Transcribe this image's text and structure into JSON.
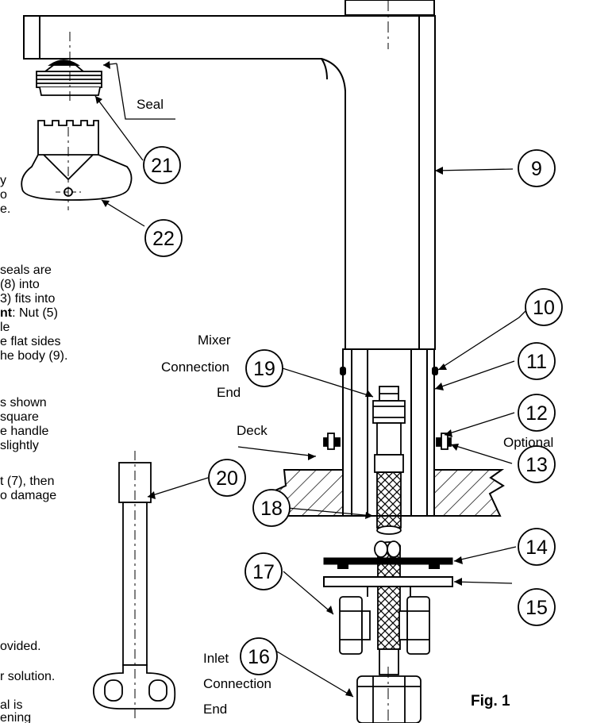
{
  "callouts": [
    "9",
    "10",
    "11",
    "12",
    "13",
    "14",
    "15",
    "16",
    "17",
    "18",
    "19",
    "20",
    "21",
    "22"
  ],
  "labels": {
    "seal": "Seal",
    "mixer_connection_end": [
      "Mixer",
      "Connection",
      "End"
    ],
    "deck": "Deck",
    "optional": "Optional",
    "inlet_connection_end": [
      "Inlet",
      "Connection",
      "End"
    ],
    "figure": "Fig. 1"
  },
  "text_fragments": [
    {
      "id": "f1",
      "html": "y"
    },
    {
      "id": "f2",
      "html": "o"
    },
    {
      "id": "f3",
      "html": "e."
    },
    {
      "id": "f4",
      "html": "seals are"
    },
    {
      "id": "f5",
      "html": "(8) into"
    },
    {
      "id": "f6",
      "html": "3) fits into"
    },
    {
      "id": "f7",
      "html": "<b>nt</b>: Nut (5)"
    },
    {
      "id": "f8",
      "html": "le"
    },
    {
      "id": "f9",
      "html": "e flat sides"
    },
    {
      "id": "f10",
      "html": "he body (9)."
    },
    {
      "id": "f11",
      "html": "s shown"
    },
    {
      "id": "f12",
      "html": "square"
    },
    {
      "id": "f13",
      "html": "e handle"
    },
    {
      "id": "f14",
      "html": "slightly"
    },
    {
      "id": "f15",
      "html": "t (7), then"
    },
    {
      "id": "f16",
      "html": "o damage"
    },
    {
      "id": "f17",
      "html": "ovided."
    },
    {
      "id": "f18",
      "html": "r solution."
    },
    {
      "id": "f19",
      "html": "al is"
    },
    {
      "id": "f20",
      "html": "ening"
    }
  ]
}
